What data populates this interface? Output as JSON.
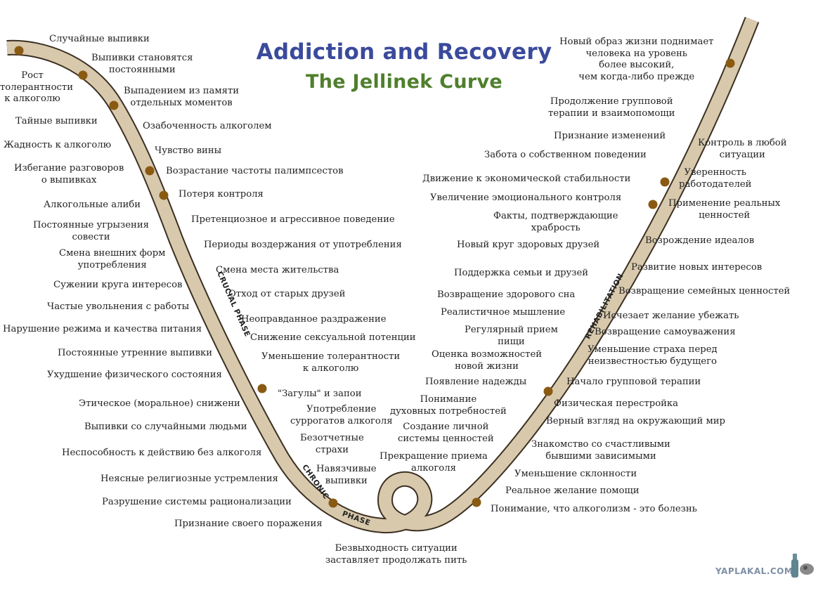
{
  "title": "Addiction and Recovery",
  "subtitle": "The Jellinek Curve",
  "colors": {
    "title": "#3a4a9c",
    "subtitle": "#4f7f2c",
    "curve_fill": "#d8c9ad",
    "curve_stroke": "#3c3022",
    "dot": "#8a5a12"
  },
  "phases": {
    "crucial": "CRUCIAL PHASE",
    "chronic": "CHRONIC",
    "chronic2": "PHASE",
    "rehabilitation": "REHABILITATION"
  },
  "watermark": "YAPLAKAL.COM",
  "labels": {
    "l01": "Случайные выпивки",
    "l02": "Выпивки становятся\nпостоянными",
    "l03": "Рост\nтолерантности\nк алкоголю",
    "l04": "Выпадением из памяти\nотдельных моментов",
    "l05": "Тайные выпивки",
    "l06": "Озабоченность алкоголем",
    "l07": "Жадность к алкоголю",
    "l08": "Чувство вины",
    "l09": "Избегание разговоров\nо выпивках",
    "l10": "Возрастание частоты палимпсестов",
    "l11": "Потеря контроля",
    "l12": "Алкогольные алиби",
    "l13": "Претенциозное и агрессивное поведение",
    "l14": "Постоянные угрызения\nсовести",
    "l15": "Периоды воздержания от употребления",
    "l16": "Смена внешних форм\nупотребления",
    "l17": "Смена места жительства",
    "l18": "Сужении круга интересов",
    "l19": "Отход от старых друзей",
    "l20": "Частые увольнения с работы",
    "l21": "Неоправданное раздражение",
    "l22": "Нарушение режима и качества питания",
    "l23": "Снижение сексуальной потенции",
    "l24": "Постоянные утренние выпивки",
    "l25": "Уменьшение толерантности\nк алкоголю",
    "l26": "Ухудшение физического состояния",
    "l27": "\"Загулы\" и запои",
    "l28": "Этическое (моральное) снижени",
    "l29": "Употребление\nсуррогатов алкоголя",
    "l30": "Выпивки со случайными людьми",
    "l31": "Безотчетные\nстрахи",
    "l32": "Неспособность к действию без алкоголя",
    "l33": "Навязчивые\nвыпивки",
    "l34": "Неясные религиозные устремления",
    "l35": "Разрушение системы рационализации",
    "l36": "Признание своего поражения",
    "l37": "Безвыходность ситуации\nзаставляет продолжать пить",
    "r01": "Новый образ жизни поднимает\nчеловека на уровень\nболее высокий,\nчем когда-либо прежде",
    "r02": "Продолжение групповой\nтерапии и взаимопомощи",
    "r03": "Признание изменений",
    "r04": "Контроль в любой\nситуации",
    "r05": "Забота о собственном поведении",
    "r06": "Движение к экономической стабильности",
    "r07": "Уверенность\nработодателей",
    "r08": "Увеличение эмоционального контроля",
    "r09": "Применение реальных\nценностей",
    "r10": "Факты, подтверждающие\nхрабрость",
    "r11": "Новый круг здоровых друзей",
    "r12": "Возрождение идеалов",
    "r13": "Поддержка семьи и друзей",
    "r14": "Развитие новых интересов",
    "r15": "Возвращение здорового сна",
    "r16": "Возвращение семейных ценностей",
    "r17": "Реалистичное мышление",
    "r18": "Исчезает желание убежать",
    "r19": "Регулярный прием\nпищи",
    "r20": "Возвращение самоуважения",
    "r21": "Оценка возможностей\nновой жизни",
    "r22": "Уменьшение страха перед\nнеизвестностью будущего",
    "r23": "Появление надежды",
    "r24": "Начало групповой терапии",
    "r25": "Понимание\nдуховных потребностей",
    "r26": "Физическая перестройка",
    "r27": "Создание личной\nсистемы ценностей",
    "r28": "Верный взгляд на окружающий мир",
    "r29": "Прекращение приема\nалкоголя",
    "r30": "Знакомство со счастливыми\nбывшими зависимыми",
    "r31": "Уменьшение склонности",
    "r32": "Реальное желание помощи",
    "r33": "Понимание, что алкоголизм - это болезнь"
  }
}
